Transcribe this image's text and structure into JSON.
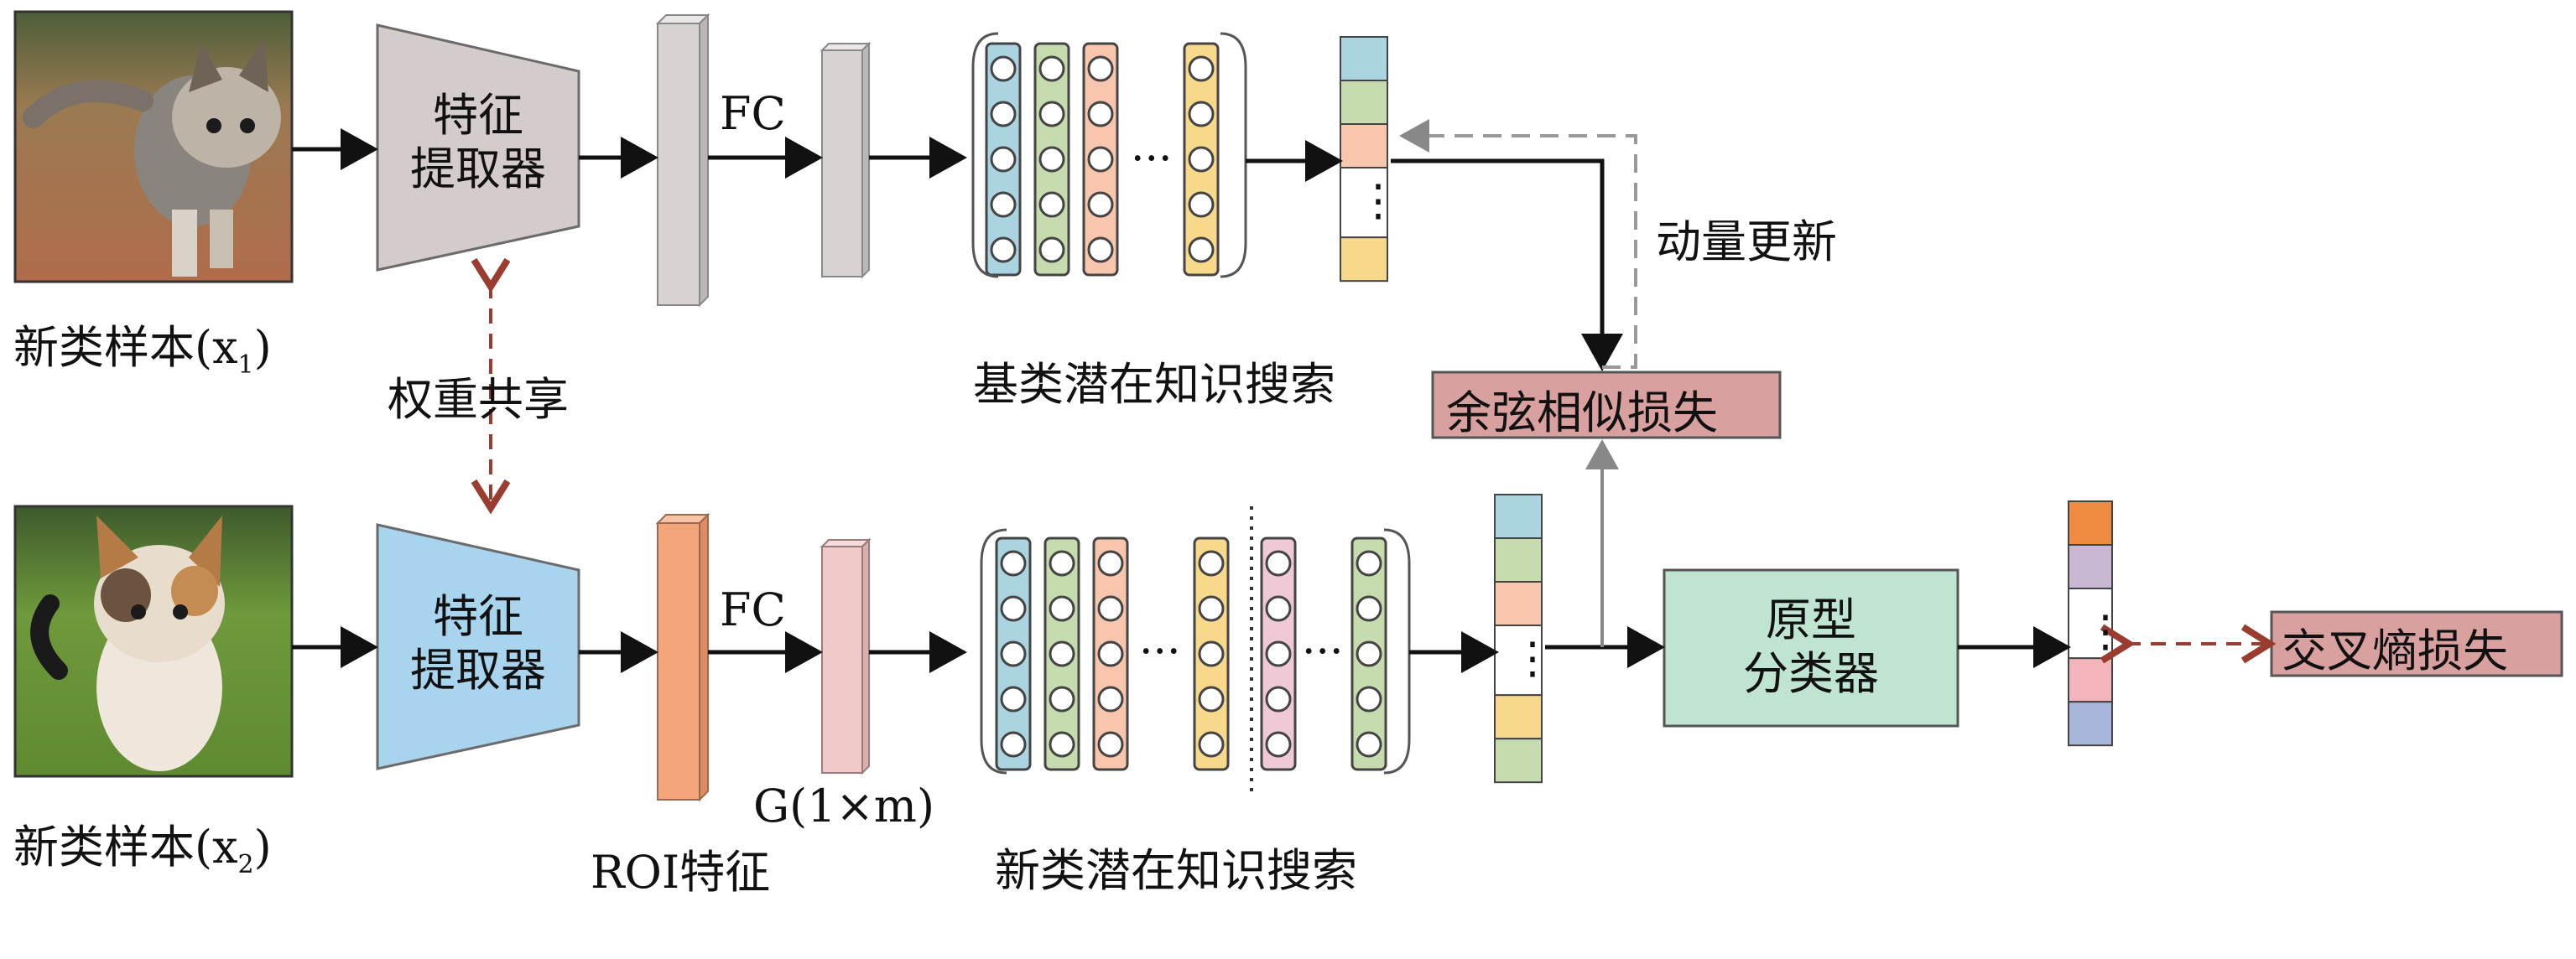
{
  "top": {
    "extractor_line1": "特征",
    "extractor_line2": "提取器",
    "fc_label": "FC",
    "search_label": "基类潜在知识搜索",
    "sample_label": "新类样本(x",
    "sample_subscript": "1",
    "sample_close": ")"
  },
  "bottom": {
    "extractor_line1": "特征",
    "extractor_line2": "提取器",
    "fc_label": "FC",
    "roi_label": "ROI特征",
    "g_label": "G(1×m)",
    "search_label": "新类潜在知识搜索",
    "sample_label": "新类样本(x",
    "sample_subscript": "2",
    "sample_close": ")"
  },
  "shared_weights_label": "权重共享",
  "momentum_update_label": "动量更新",
  "cosine_loss_label": "余弦相似损失",
  "prototype_classifier_line1": "原型",
  "prototype_classifier_line2": "分类器",
  "cross_entropy_label": "交叉熵损失",
  "dots": "⋮",
  "ellipsis": "···",
  "colors": {
    "extractor_top": "#d4cccb",
    "extractor_bottom": "#a9d4ee",
    "fc_top": "#d8d2d2",
    "roi": "#f4a57a",
    "g_vec": "#f0c9c9",
    "loss_box": "#d9a0a0",
    "classifier": "#bfe5d2",
    "col_blue": "#a9d4e0",
    "col_green": "#c6dcae",
    "col_orange": "#f7c6ac",
    "col_yellow": "#f8d98c",
    "col_pink": "#efc9d6",
    "arrow_dark_red": "#9a3c2f"
  }
}
